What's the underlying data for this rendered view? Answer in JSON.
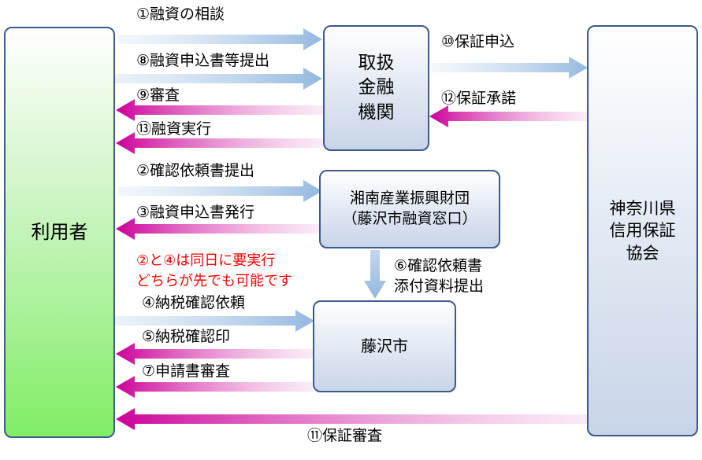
{
  "nodes": {
    "user": "利用者",
    "bank": "取扱\n金融\n機関",
    "foundation": "湘南産業振興財団\n（藤沢市融資窓口）",
    "city": "藤沢市",
    "guarantee": "神奈川県\n信用保証\n協会"
  },
  "steps": {
    "s1": "①融資の相談",
    "s8": "⑧融資申込書等提出",
    "s9": "⑨審査",
    "s13": "⑬融資実行",
    "s10": "⑩保証申込",
    "s12": "⑫保証承諾",
    "s2": "②確認依頼書提出",
    "s3": "③融資申込書発行",
    "s6": "⑥確認依頼書\n添付資料提出",
    "s4": "④納税確認依頼",
    "s5": "⑤納税確認印",
    "s7": "⑦申請書審査",
    "s11": "⑪保証審査"
  },
  "note": "②と④は同日に要実行\nどちらが先でも可能です",
  "colors": {
    "blue_arrow": "#94b8e0",
    "magenta_arrow": "#cc0099",
    "note_text": "#ff0000",
    "node_border": "#3c5a8c",
    "user_fill": "#80ee66"
  }
}
